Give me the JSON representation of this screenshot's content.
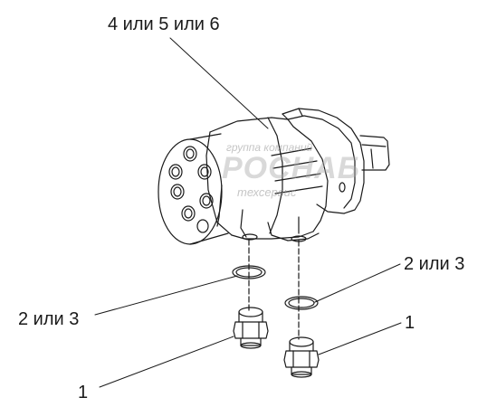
{
  "callouts": {
    "top": "4 или 5 или 6",
    "seal_left": "2 или 3",
    "seal_right": "2 или 3",
    "fitting_right": "1",
    "fitting_left": "1"
  },
  "watermark": {
    "line1": "группа компаний",
    "line2": "РОСНАБ",
    "line3": "техсервис"
  },
  "colors": {
    "line": "#1a1a1a",
    "watermark": "#9a9a9a"
  }
}
